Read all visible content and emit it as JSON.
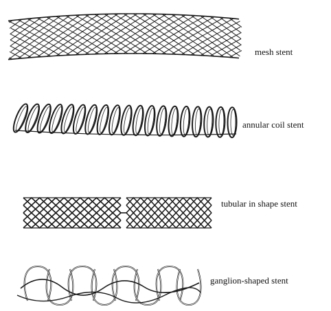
{
  "stents": [
    {
      "label": "mesh stent"
    },
    {
      "label": "annular coil  stent"
    },
    {
      "label": "tubular in shape stent"
    },
    {
      "label": "ganglion-shaped stent"
    }
  ],
  "colors": {
    "background": "#ffffff",
    "line": "#1a1a1a"
  }
}
